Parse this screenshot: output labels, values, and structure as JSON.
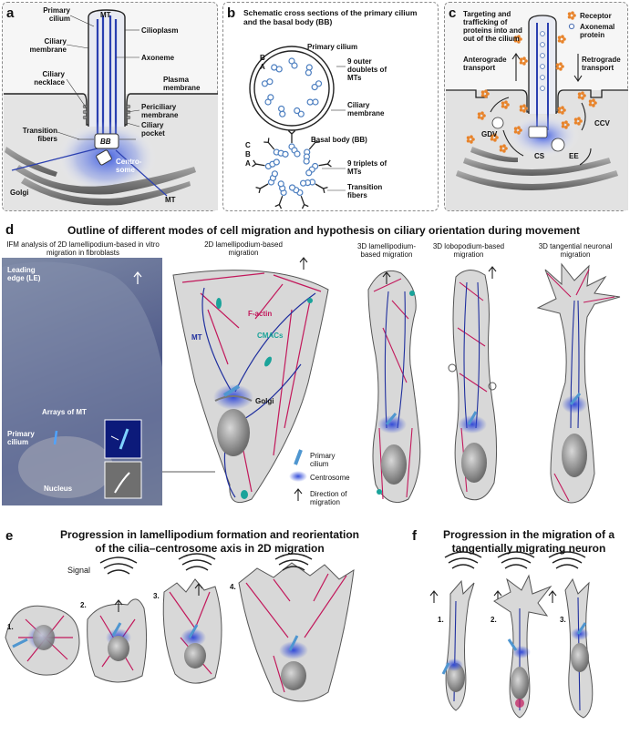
{
  "panel_a": {
    "letter": "a",
    "labels": {
      "mt": "MT",
      "primary_cilium": "Primary cilium",
      "cilioplasm": "Cilioplasm",
      "ciliary_membrane": "Ciliary membrane",
      "axoneme": "Axoneme",
      "plasma_membrane": "Plasma membrane",
      "ciliary_necklace": "Ciliary necklace",
      "periciliary_membrane": "Periciliary membrane",
      "ciliary_pocket": "Ciliary pocket",
      "transition_fibers": "Transition fibers",
      "bb": "BB",
      "centrosome": "Centro-some",
      "golgi": "Golgi",
      "mt_bottom": "MT"
    }
  },
  "panel_b": {
    "letter": "b",
    "title": "Schematic cross sections of the primary cilium and the basal body (BB)",
    "labels": {
      "primary_cilium": "Primary cilium",
      "b": "B",
      "a": "A",
      "outer_doublets": "9 outer doublets of MTs",
      "ciliary_membrane": "Ciliary membrane",
      "basal_body": "Basal body (BB)",
      "c2": "C",
      "b2": "B",
      "a2": "A",
      "triplets": "9 triplets of MTs",
      "transition_fibers": "Transition fibers"
    }
  },
  "panel_c": {
    "letter": "c",
    "labels": {
      "targeting": "Targeting and trafficking of proteins into and out of the cilium",
      "receptor": "Receptor",
      "axonemal_protein": "Axonemal protein",
      "anterograde": "Anterograde transport",
      "retrograde": "Retrograde transport",
      "gdv": "GDV",
      "ccv": "CCV",
      "cs": "CS",
      "ee": "EE"
    },
    "colors": {
      "receptor": "#e8832a",
      "axonemal": "#8fb6d8"
    }
  },
  "panel_d": {
    "letter": "d",
    "title": "Outline of different modes of cell migration and hypothesis on ciliary orientation during movement",
    "ifm_caption": "IFM analysis of 2D lamellipodium-based in vitro migration in fibroblasts",
    "ifm_labels": {
      "leading_edge": "Leading edge (LE)",
      "arrays": "Arrays of MT",
      "primary_cilium": "Primary cilium",
      "nucleus": "Nucleus"
    },
    "modes": [
      "2D lamellipodium-based migration",
      "3D lamellipodium-based migration",
      "3D lobopodium-based migration",
      "3D tangential neuronal migration"
    ],
    "cell_labels": {
      "f_actin": "F-actin",
      "mt": "MT",
      "cmacs": "CMACs",
      "golgi": "Golgi"
    },
    "legend": [
      {
        "icon": "cilium",
        "label": "Primary cilium"
      },
      {
        "icon": "centrosome",
        "label": "Centrosome"
      },
      {
        "icon": "arrow",
        "label": "Direction of migration"
      }
    ],
    "colors": {
      "factin": "#c2185b",
      "mt": "#1f2f9e",
      "cmacs": "#1aa39a",
      "cilium": "#4f96d0",
      "centrosome": "#2b45d8"
    }
  },
  "panel_e": {
    "letter": "e",
    "title": "Progression in lamellipodium formation and reorientation of the cilia–centrosome axis in 2D migration",
    "signal": "Signal",
    "steps": [
      "1.",
      "2.",
      "3.",
      "4."
    ]
  },
  "panel_f": {
    "letter": "f",
    "title": "Progression in the migration of a tangentially migrating neuron",
    "steps": [
      "1.",
      "2.",
      "3."
    ]
  }
}
